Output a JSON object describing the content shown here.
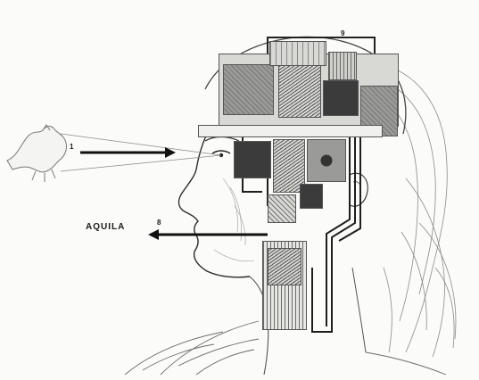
{
  "labels": {
    "arrow_in": "1",
    "arrow_out": "8",
    "top_bracket": "9"
  },
  "output_word": "AQUILA",
  "icons": [
    "eagle-icon",
    "head-profile-illustration"
  ],
  "colors": {
    "ink": "#1a1a1a",
    "paper": "#fbfbfa",
    "shade": "#3b3b3b"
  }
}
